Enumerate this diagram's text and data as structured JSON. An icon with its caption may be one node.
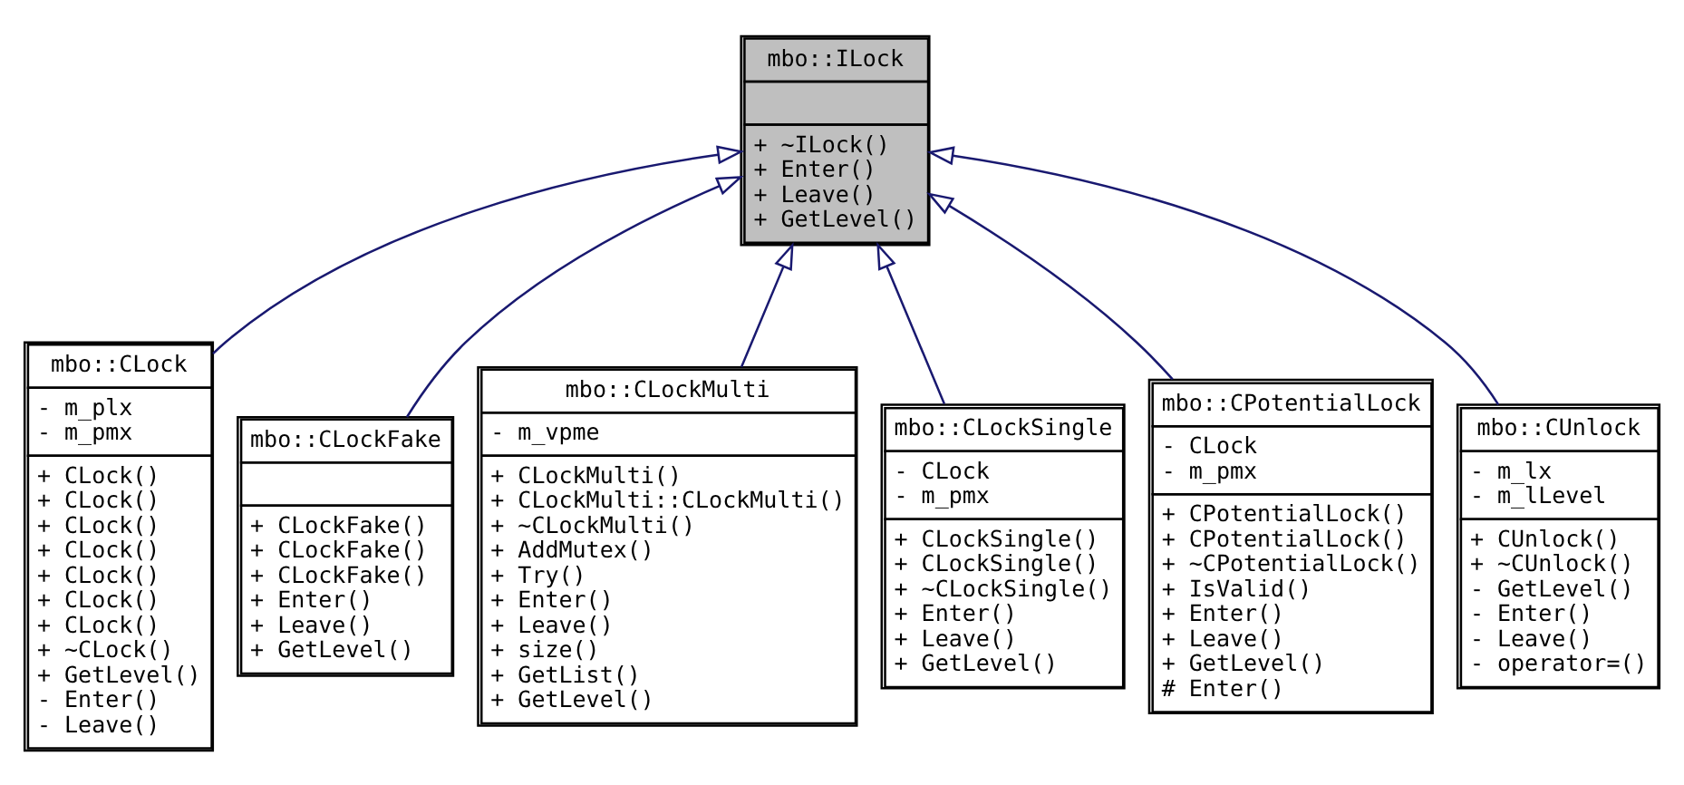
{
  "diagram": {
    "nodes": [
      {
        "text": [
          "mbo::ILock",
          "+ ~ILock()",
          "+ Enter()",
          "+ Leave()",
          "+ GetLevel()"
        ]
      },
      {
        "text": [
          "mbo::CLock",
          "- m_plx",
          "- m_pmx",
          "+ CLock()",
          "+ CLock()",
          "+ CLock()",
          "+ CLock()",
          "+ CLock()",
          "+ CLock()",
          "+ CLock()",
          "+ ~CLock()",
          "+ GetLevel()",
          "- Enter()",
          "- Leave()"
        ]
      },
      {
        "text": [
          "mbo::CLockFake",
          "+ CLockFake()",
          "+ CLockFake()",
          "+ CLockFake()",
          "+ Enter()",
          "+ Leave()",
          "+ GetLevel()"
        ]
      },
      {
        "text": [
          "mbo::CLockMulti",
          "- m_vpme",
          "+ CLockMulti()",
          "+ CLockMulti::CLockMulti()",
          "+ ~CLockMulti()",
          "+ AddMutex()",
          "+ Try()",
          "+ Enter()",
          "+ Leave()",
          "+ size()",
          "+ GetList()",
          "+ GetLevel()"
        ]
      },
      {
        "text": [
          "mbo::CLockSingle",
          "- CLock",
          "- m_pmx",
          "+ CLockSingle()",
          "+ CLockSingle()",
          "+ ~CLockSingle()",
          "+ Enter()",
          "+ Leave()",
          "+ GetLevel()"
        ]
      },
      {
        "text": [
          "mbo::CPotentialLock",
          "- CLock",
          "- m_pmx",
          "+ CPotentialLock()",
          "+ CPotentialLock()",
          "+ ~CPotentialLock()",
          "+ IsValid()",
          "+ Enter()",
          "+ Leave()",
          "+ GetLevel()",
          "# Enter()"
        ]
      },
      {
        "text": [
          "mbo::CUnlock",
          "- m_lx",
          "- m_lLevel",
          "+ CUnlock()",
          "+ ~CUnlock()",
          "- GetLevel()",
          "- Enter()",
          "- Leave()",
          "- operator=()"
        ]
      }
    ],
    "edges": [
      {
        "from": 1,
        "to": 0,
        "arrow": "to"
      },
      {
        "from": 2,
        "to": 0,
        "arrow": "to"
      },
      {
        "from": 3,
        "to": 0,
        "arrow": "to"
      },
      {
        "from": 4,
        "to": 0,
        "arrow": "to"
      },
      {
        "from": 5,
        "to": 0,
        "arrow": "to"
      },
      {
        "from": 6,
        "to": 0,
        "arrow": "to"
      }
    ]
  }
}
